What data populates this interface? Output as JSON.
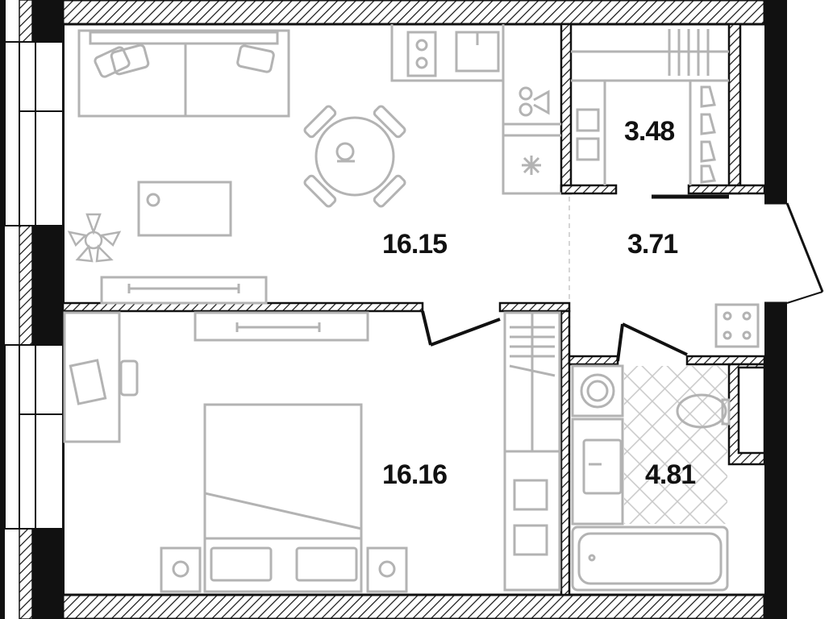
{
  "plan": {
    "rooms": [
      {
        "id": "living",
        "name": "living-kitchen",
        "area": "16.15"
      },
      {
        "id": "wardrobe",
        "name": "wardrobe",
        "area": "3.48"
      },
      {
        "id": "hall",
        "name": "hallway",
        "area": "3.71"
      },
      {
        "id": "bedroom",
        "name": "bedroom",
        "area": "16.16"
      },
      {
        "id": "bath",
        "name": "bathroom",
        "area": "4.81"
      }
    ]
  },
  "colors": {
    "wall": "#111111",
    "furniture": "#b3b3b3",
    "background": "#ffffff"
  }
}
